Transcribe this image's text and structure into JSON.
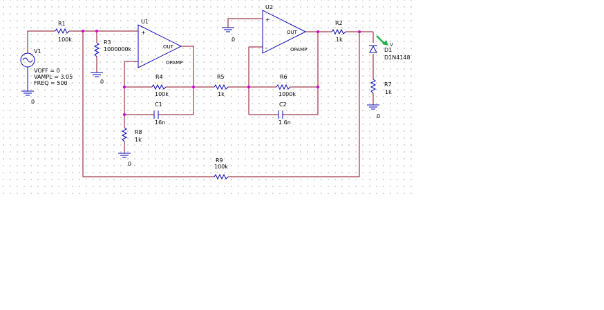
{
  "schematic": {
    "components": {
      "V1": {
        "ref": "V1",
        "params": [
          "VOFF = 0",
          "VAMPL = 3.05",
          "FREQ = 500"
        ]
      },
      "R1": {
        "ref": "R1",
        "value": "100k"
      },
      "R2": {
        "ref": "R2",
        "value": "1k"
      },
      "R3": {
        "ref": "R3",
        "value": "1000000k"
      },
      "R4": {
        "ref": "R4",
        "value": "100k"
      },
      "R5": {
        "ref": "R5",
        "value": "1k"
      },
      "R6": {
        "ref": "R6",
        "value": "1000k"
      },
      "R7": {
        "ref": "R7",
        "value": "1k"
      },
      "R8": {
        "ref": "R8",
        "value": "1k"
      },
      "R9": {
        "ref": "R9",
        "value": "100k"
      },
      "C1": {
        "ref": "C1",
        "value": "16n"
      },
      "C2": {
        "ref": "C2",
        "value": "1.6n"
      },
      "U1": {
        "ref": "U1",
        "model": "OPAMP",
        "out": "OUT",
        "plus": "+",
        "minus": "-"
      },
      "U2": {
        "ref": "U2",
        "model": "OPAMP",
        "out": "OUT",
        "plus": "+",
        "minus": "-"
      },
      "D1": {
        "ref": "D1",
        "model": "D1N4148"
      }
    },
    "ground_label": "0",
    "probe_label": "V",
    "colors": {
      "wire": "#8b0a1e",
      "part": "#0000b4",
      "junction": "#d000d0",
      "probe": "#22b14c"
    }
  }
}
